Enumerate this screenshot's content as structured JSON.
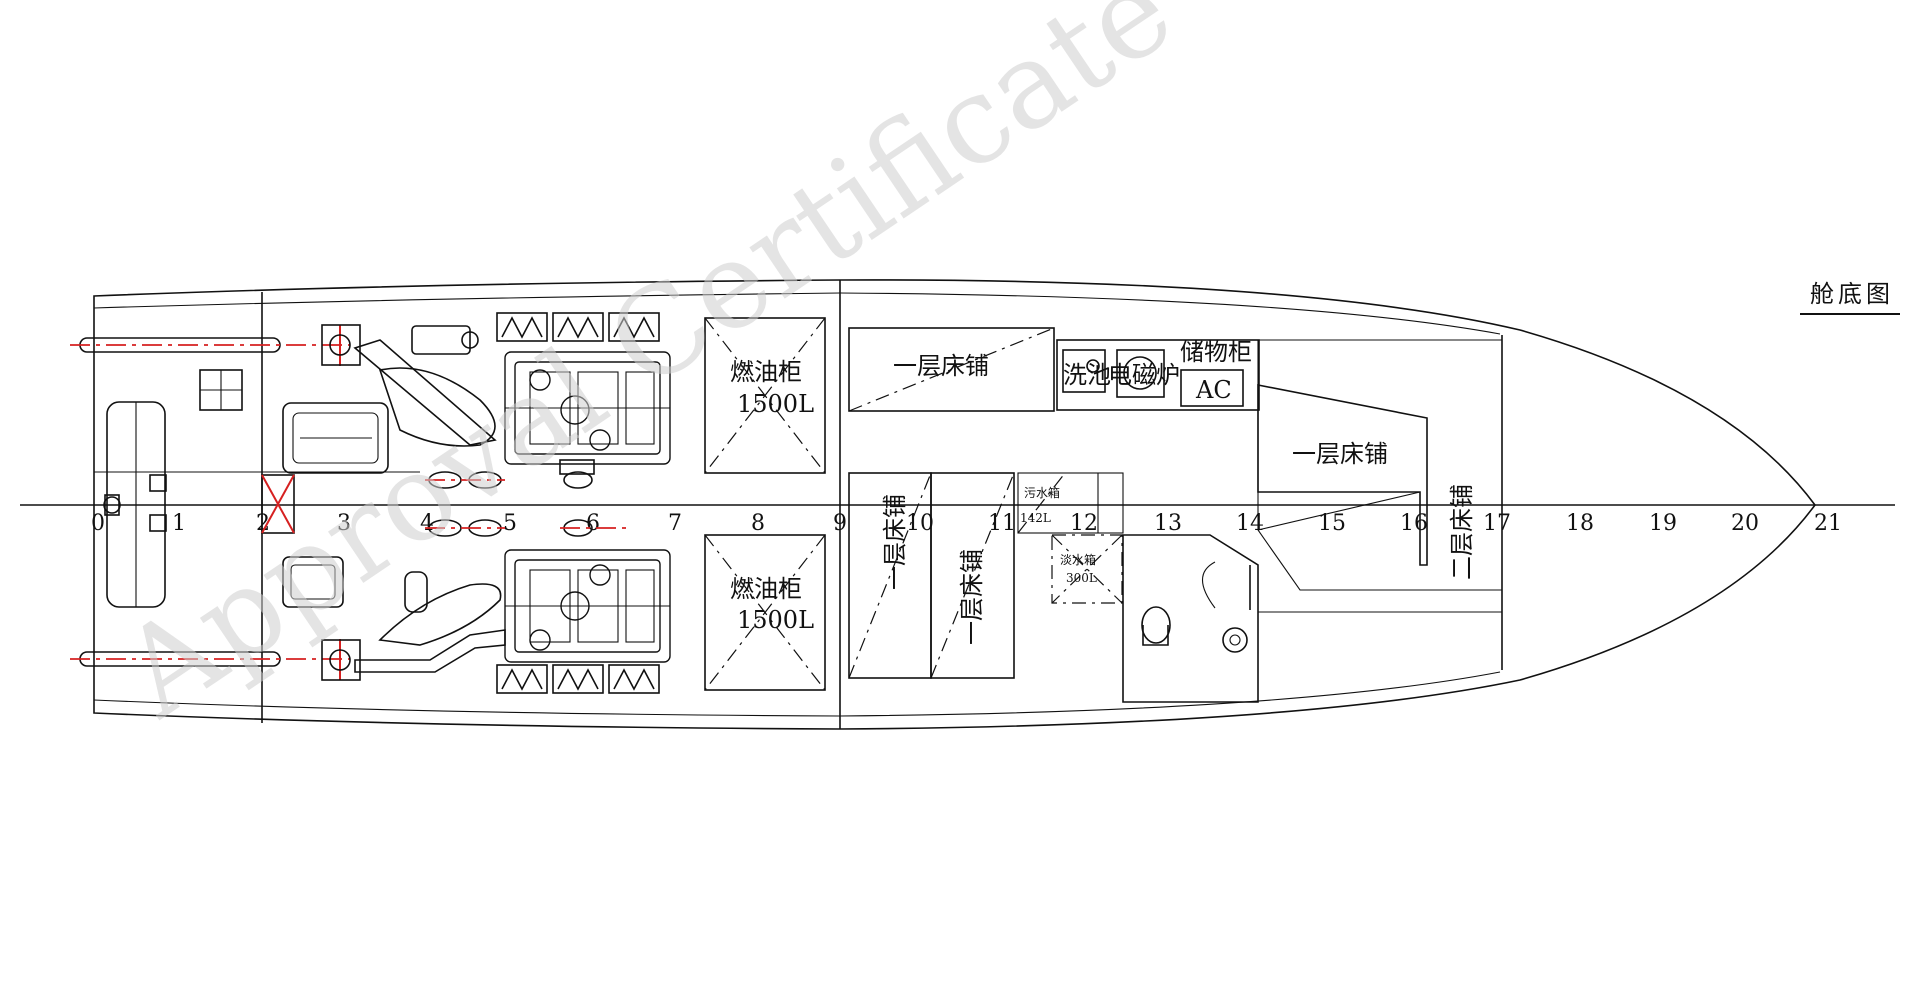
{
  "title": "舱底图",
  "watermark": "Approval Certificate",
  "frames": [
    "0",
    "1",
    "2",
    "3",
    "4",
    "5",
    "6",
    "7",
    "8",
    "9",
    "10",
    "11",
    "12",
    "13",
    "14",
    "15",
    "16",
    "17",
    "18",
    "19",
    "20",
    "21"
  ],
  "labels": {
    "fuel_tank_upper": "燃油柜",
    "fuel_tank_upper_cap": "1500L",
    "fuel_tank_lower": "燃油柜",
    "fuel_tank_lower_cap": "1500L",
    "berth_top": "一层床铺",
    "berth_mid_right": "一层床铺",
    "berth_vert_1": "一层床铺",
    "berth_vert_2": "一层床铺",
    "berth_second": "二层床铺",
    "sink": "洗池",
    "cooker": "电磁炉",
    "locker": "储物柜",
    "ac": "AC",
    "sewage_tank": "污水箱",
    "sewage_cap": "142L",
    "freshwater_tank": "淡水箱",
    "freshwater_cap": "300L"
  }
}
